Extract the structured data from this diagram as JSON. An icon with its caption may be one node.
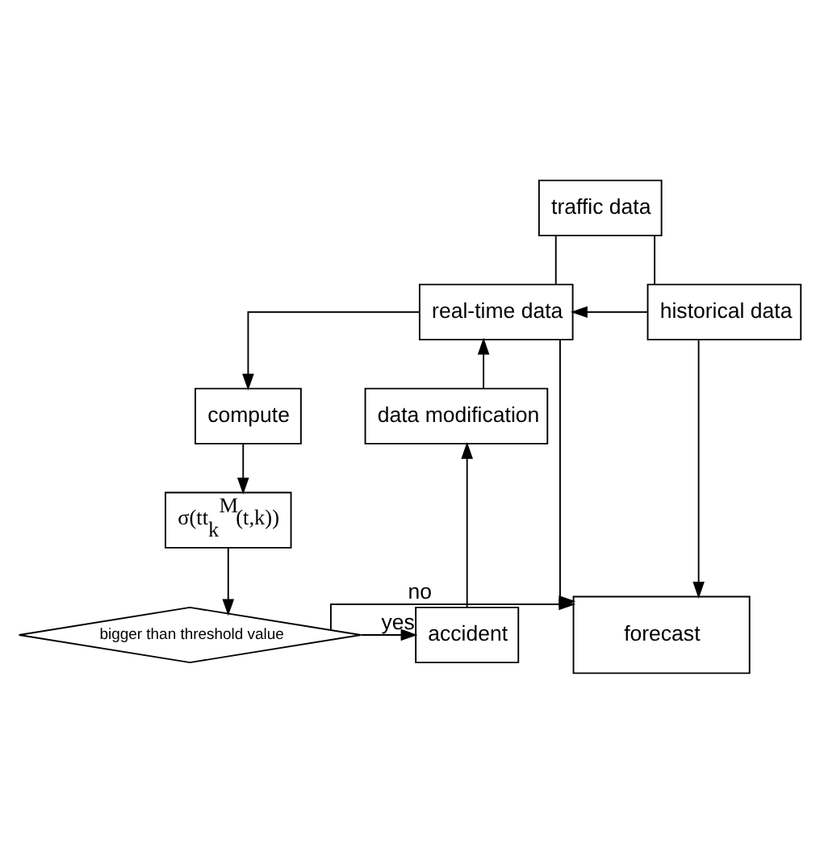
{
  "diagram": {
    "nodes": [
      {
        "text": [
          "traffic data"
        ]
      },
      {
        "text": [
          "real-time data"
        ]
      },
      {
        "text": [
          "historical data"
        ]
      },
      {
        "text": [
          "compute"
        ]
      },
      {
        "text": [
          "σ(tt$_{k}$$^{M}$(t,k))"
        ]
      },
      {
        "text": [
          "bigger than threshold value"
        ]
      },
      {
        "text": [
          "accident"
        ]
      },
      {
        "text": [
          "data modification"
        ]
      },
      {
        "text": [
          "forecast"
        ]
      }
    ],
    "edges": [
      {
        "from": 0,
        "to": 1,
        "arrow": "none"
      },
      {
        "from": 0,
        "to": 2,
        "arrow": "none"
      },
      {
        "from": 2,
        "to": 1,
        "arrow": "to"
      },
      {
        "from": 1,
        "to": 3,
        "arrow": "to"
      },
      {
        "from": 1,
        "to": 8,
        "arrow": "to"
      },
      {
        "from": 2,
        "to": 8,
        "arrow": "to"
      },
      {
        "from": 3,
        "to": 4,
        "arrow": "to"
      },
      {
        "from": 4,
        "to": 5,
        "arrow": "to"
      },
      {
        "from": 5,
        "to": 6,
        "arrow": "to",
        "label": "yes"
      },
      {
        "from": 5,
        "to": 8,
        "arrow": "to",
        "label": "no"
      },
      {
        "from": 6,
        "to": 7,
        "arrow": "to"
      },
      {
        "from": 7,
        "to": 1,
        "arrow": "to"
      }
    ]
  }
}
